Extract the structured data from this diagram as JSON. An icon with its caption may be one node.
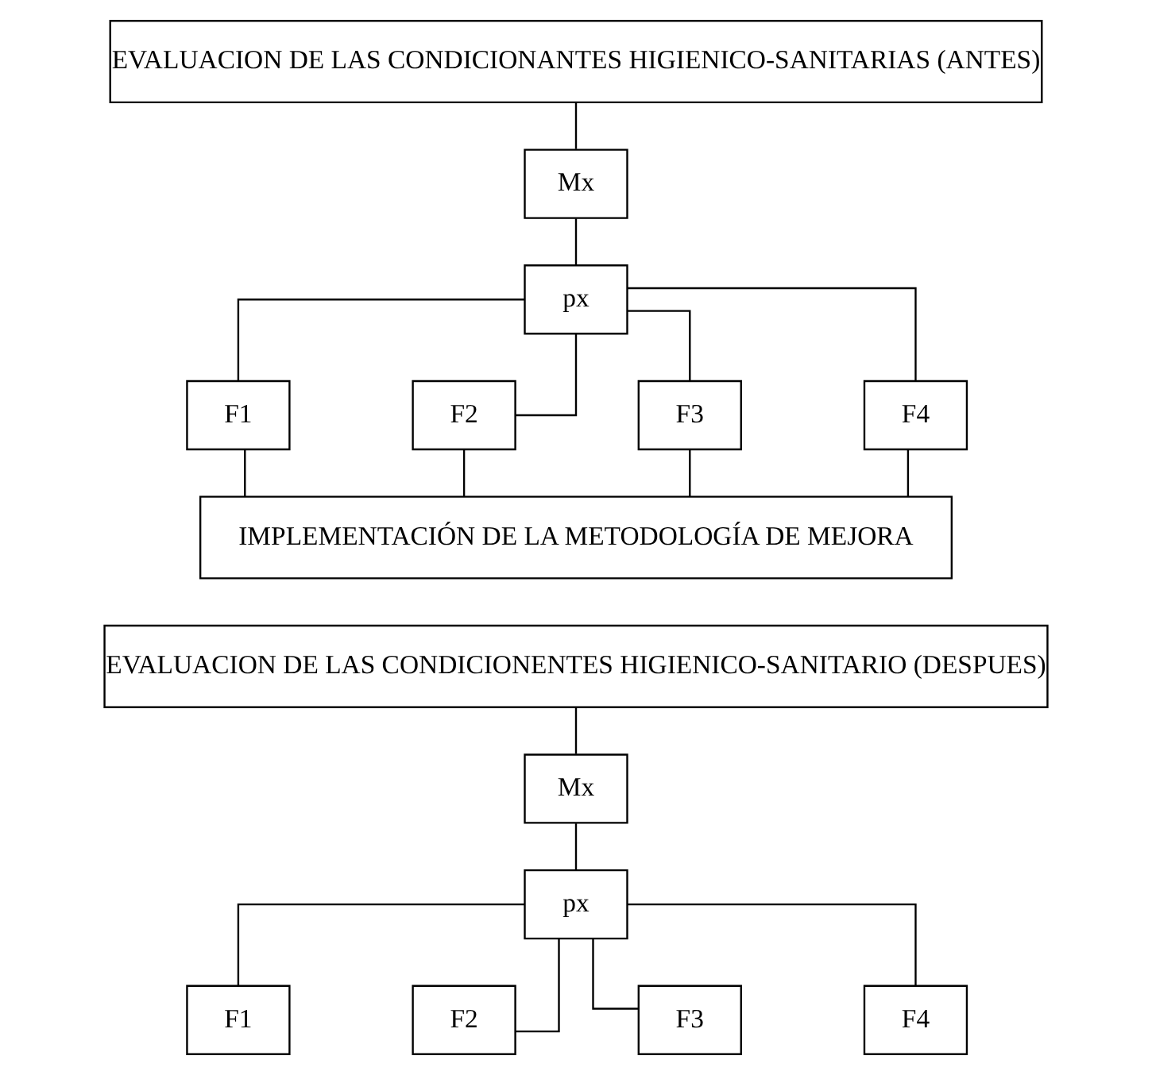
{
  "diagram": {
    "nodes": [
      {
        "text": [
          "EVALUACION DE LAS CONDICIONANTES HIGIENICO-SANITARIAS (ANTES)"
        ]
      },
      {
        "text": [
          "Mx"
        ]
      },
      {
        "text": [
          "px"
        ]
      },
      {
        "text": [
          "F1"
        ]
      },
      {
        "text": [
          "F2"
        ]
      },
      {
        "text": [
          "F3"
        ]
      },
      {
        "text": [
          "F4"
        ]
      },
      {
        "text": [
          "IMPLEMENTACIÓN DE LA METODOLOGÍA DE MEJORA"
        ]
      },
      {
        "text": [
          "EVALUACION DE LAS CONDICIONENTES HIGIENICO-SANITARIO (DESPUES)"
        ]
      },
      {
        "text": [
          "Mx"
        ]
      },
      {
        "text": [
          "px"
        ]
      },
      {
        "text": [
          "F1"
        ]
      },
      {
        "text": [
          "F2"
        ]
      },
      {
        "text": [
          "F3"
        ]
      },
      {
        "text": [
          "F4"
        ]
      }
    ],
    "edges": [
      {
        "from": 0,
        "to": 1,
        "arrow": "none"
      },
      {
        "from": 1,
        "to": 2,
        "arrow": "none"
      },
      {
        "from": 2,
        "to": 3,
        "arrow": "none"
      },
      {
        "from": 2,
        "to": 4,
        "arrow": "none"
      },
      {
        "from": 2,
        "to": 5,
        "arrow": "none"
      },
      {
        "from": 2,
        "to": 6,
        "arrow": "none"
      },
      {
        "from": 3,
        "to": 7,
        "arrow": "none"
      },
      {
        "from": 4,
        "to": 7,
        "arrow": "none"
      },
      {
        "from": 5,
        "to": 7,
        "arrow": "none"
      },
      {
        "from": 6,
        "to": 7,
        "arrow": "none"
      },
      {
        "from": 8,
        "to": 9,
        "arrow": "none"
      },
      {
        "from": 9,
        "to": 10,
        "arrow": "none"
      },
      {
        "from": 10,
        "to": 11,
        "arrow": "none"
      },
      {
        "from": 10,
        "to": 12,
        "arrow": "none"
      },
      {
        "from": 10,
        "to": 13,
        "arrow": "none"
      },
      {
        "from": 10,
        "to": 14,
        "arrow": "none"
      }
    ]
  }
}
